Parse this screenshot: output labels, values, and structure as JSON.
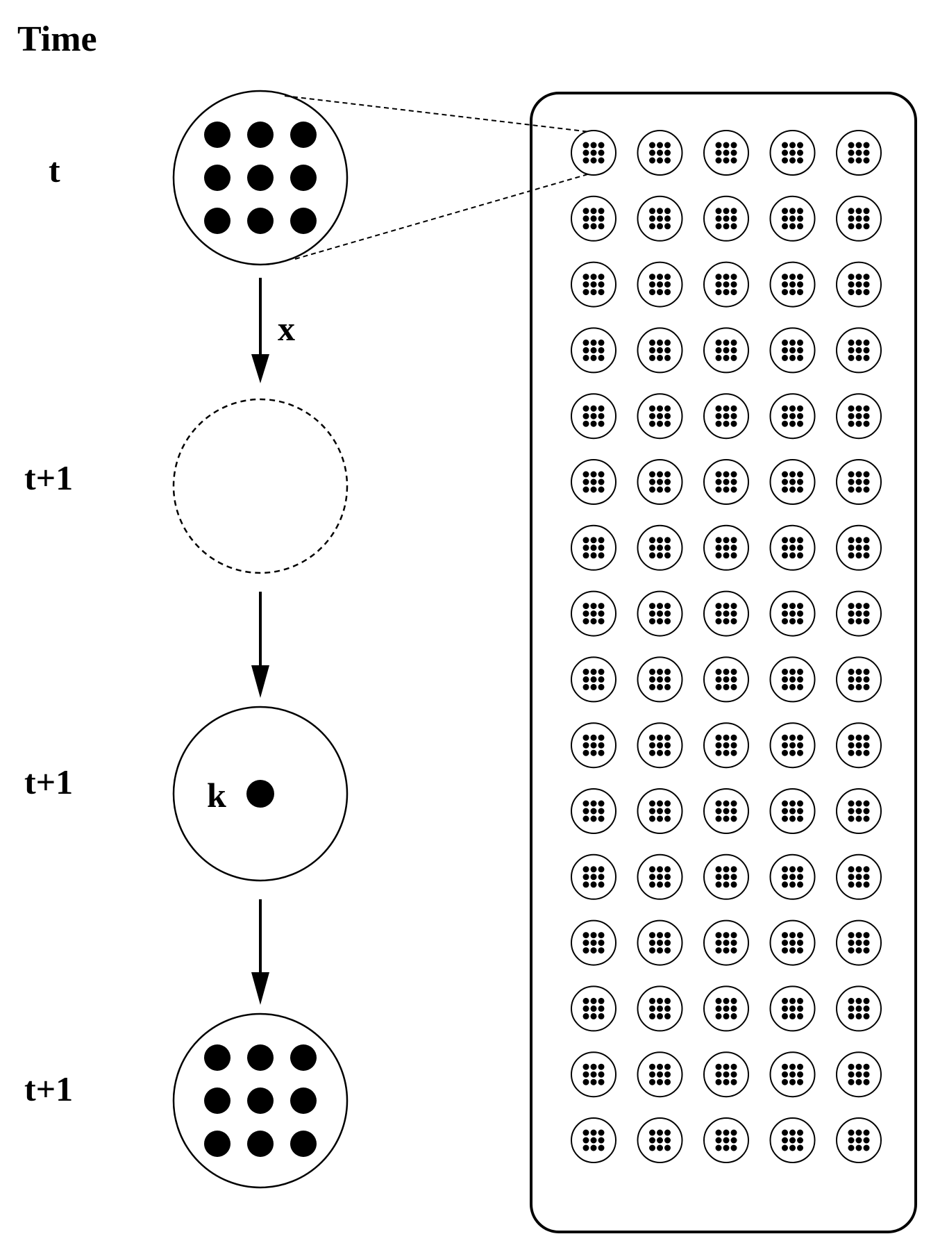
{
  "figure": {
    "time_heading": "Time",
    "rows": [
      {
        "time_label": "t",
        "circle_style": "solid",
        "contents": "3x3 dots"
      },
      {
        "time_label": "t+1",
        "circle_style": "dashed",
        "contents": "empty"
      },
      {
        "time_label": "t+1",
        "circle_style": "solid",
        "contents": "single dot",
        "dot_label": "k"
      },
      {
        "time_label": "t+1",
        "circle_style": "solid",
        "contents": "3x3 dots"
      }
    ],
    "arrows": [
      {
        "label": "x"
      },
      {
        "label": ""
      },
      {
        "label": ""
      }
    ],
    "grid_panel": {
      "rows": 16,
      "cols": 5,
      "cell_contents": "3x3 dots"
    },
    "colors": {
      "ink": "#000000",
      "background": "#ffffff"
    }
  }
}
